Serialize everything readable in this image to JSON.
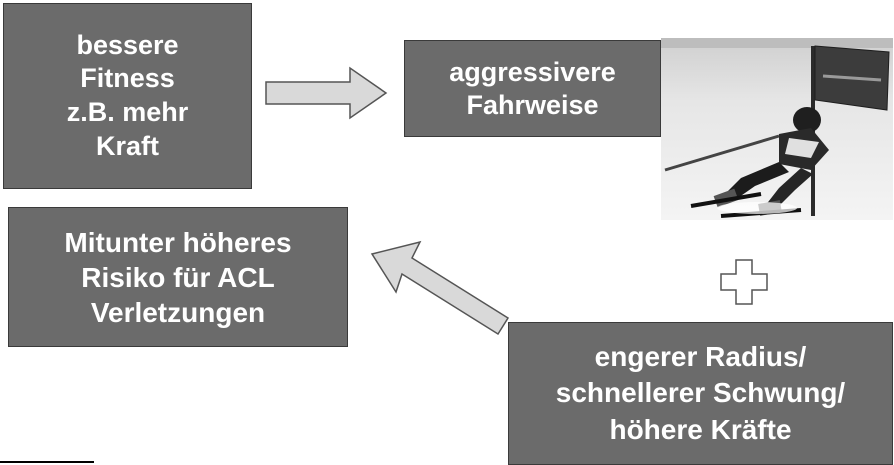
{
  "diagram": {
    "fitness_box": {
      "lines": [
        "bessere",
        "Fitness",
        "z.B. mehr",
        "Kraft"
      ]
    },
    "aggressive_box": {
      "lines": [
        "aggressivere",
        "Fahrweise"
      ]
    },
    "risk_box": {
      "lines": [
        "Mitunter höheres",
        "Risiko für ACL",
        "Verletzungen"
      ]
    },
    "radius_box": {
      "lines": [
        "engerer Radius/",
        "schnellerer Schwung/",
        "höhere Kräfte"
      ]
    },
    "photo": {
      "subject": "giant slalom skier passing gate"
    },
    "colors": {
      "box_fill": "#6b6b6b",
      "box_text": "#ffffff",
      "arrow_fill": "#d9d9d9",
      "arrow_stroke": "#555555"
    }
  }
}
